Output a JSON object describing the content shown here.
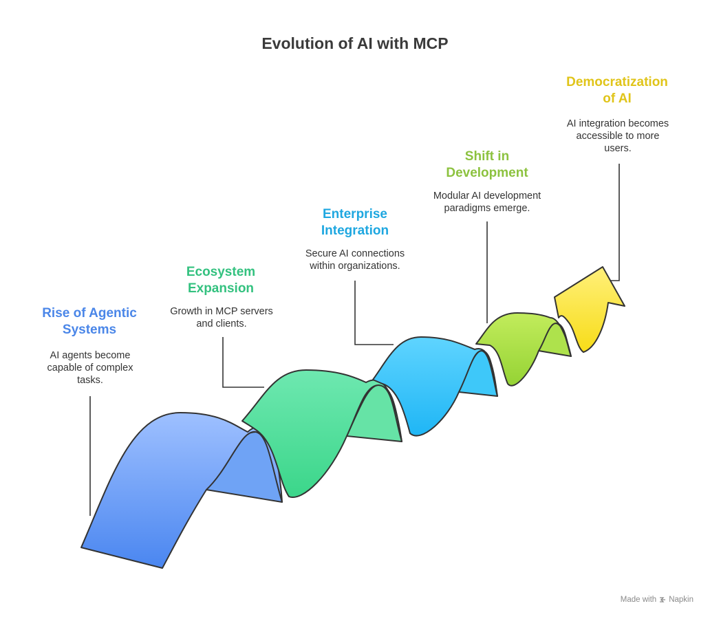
{
  "title": "Evolution of AI with MCP",
  "stages": [
    {
      "title": "Rise of Agentic Systems",
      "description": "AI agents become capable of complex tasks.",
      "color": "#4A86E8"
    },
    {
      "title": "Ecosystem Expansion",
      "description": "Growth in MCP servers and clients.",
      "color": "#33C17F"
    },
    {
      "title": "Enterprise Integration",
      "description": "Secure AI connections within organizations.",
      "color": "#1EA7E0"
    },
    {
      "title": "Shift in Development",
      "description": "Modular AI development paradigms emerge.",
      "color": "#8CC23F"
    },
    {
      "title": "Democratization of AI",
      "description": "AI integration becomes accessible to more users.",
      "color": "#E0C419"
    }
  ],
  "footer": {
    "made_with": "Made with",
    "brand": "Napkin"
  }
}
